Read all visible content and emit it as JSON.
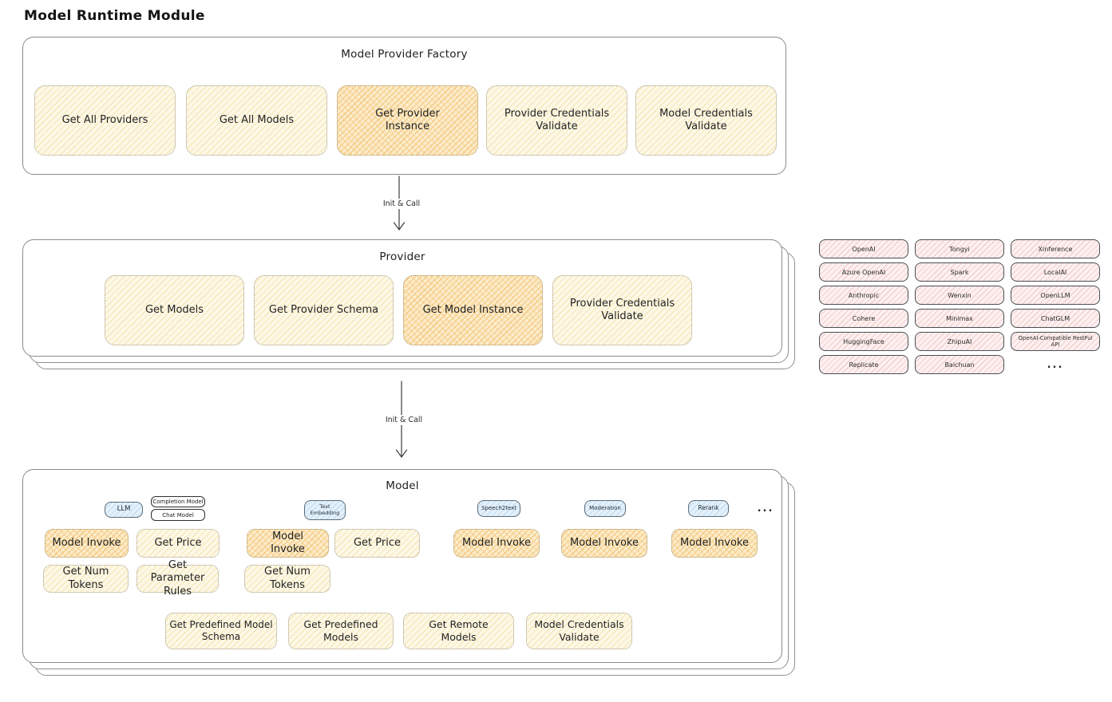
{
  "title": "Model Runtime Module",
  "factory": {
    "title": "Model Provider Factory",
    "boxes": [
      {
        "label": "Get All Providers",
        "highlight": false
      },
      {
        "label": "Get All Models",
        "highlight": false
      },
      {
        "label": "Get Provider Instance",
        "highlight": true
      },
      {
        "label": "Provider Credentials Validate",
        "highlight": false
      },
      {
        "label": "Model Credentials Validate",
        "highlight": false
      }
    ]
  },
  "arrows": {
    "init_call_1": "Init & Call",
    "init_call_2": "Init & Call"
  },
  "provider": {
    "title": "Provider",
    "boxes": [
      {
        "label": "Get Models",
        "highlight": false
      },
      {
        "label": "Get Provider Schema",
        "highlight": false
      },
      {
        "label": "Get Model Instance",
        "highlight": true
      },
      {
        "label": "Provider Credentials Validate",
        "highlight": false
      }
    ]
  },
  "provider_list": {
    "items": [
      "OpenAI",
      "Tongyi",
      "Xinference",
      "Azure OpenAI",
      "Spark",
      "LocalAI",
      "Anthropic",
      "Wenxin",
      "OpenLLM",
      "Cohere",
      "Minimax",
      "ChatGLM",
      "HuggingFace",
      "ZhipuAI",
      "OpenAI-Compatible RestFul API",
      "Replicate",
      "Baichuan"
    ],
    "more": "..."
  },
  "model": {
    "title": "Model",
    "types": {
      "llm": "LLM",
      "completion_model": "Completion Model",
      "chat_model": "Chat Model",
      "text_embedding": "Text Embedding",
      "speech2text": "Speech2text",
      "moderation": "Moderation",
      "rerank": "Rerank",
      "more": "..."
    },
    "ops": {
      "model_invoke": "Model Invoke",
      "get_price": "Get Price",
      "get_num_tokens": "Get Num Tokens",
      "get_parameter_rules": "Get Parameter Rules",
      "get_predefined_model_schema": "Get Predefined Model Schema",
      "get_predefined_models": "Get Predefined Models",
      "get_remote_models": "Get Remote Models",
      "model_credentials_validate": "Model Credentials Validate"
    }
  },
  "colors": {
    "light_yellow_fill": "#fdf8e6",
    "highlight_orange_fill": "#f5cd8f",
    "pink_fill": "#fdf0f0",
    "blue_fill": "#e4f1fb",
    "stroke_gray": "#8b8b8b",
    "text": "#2d2d2d"
  }
}
